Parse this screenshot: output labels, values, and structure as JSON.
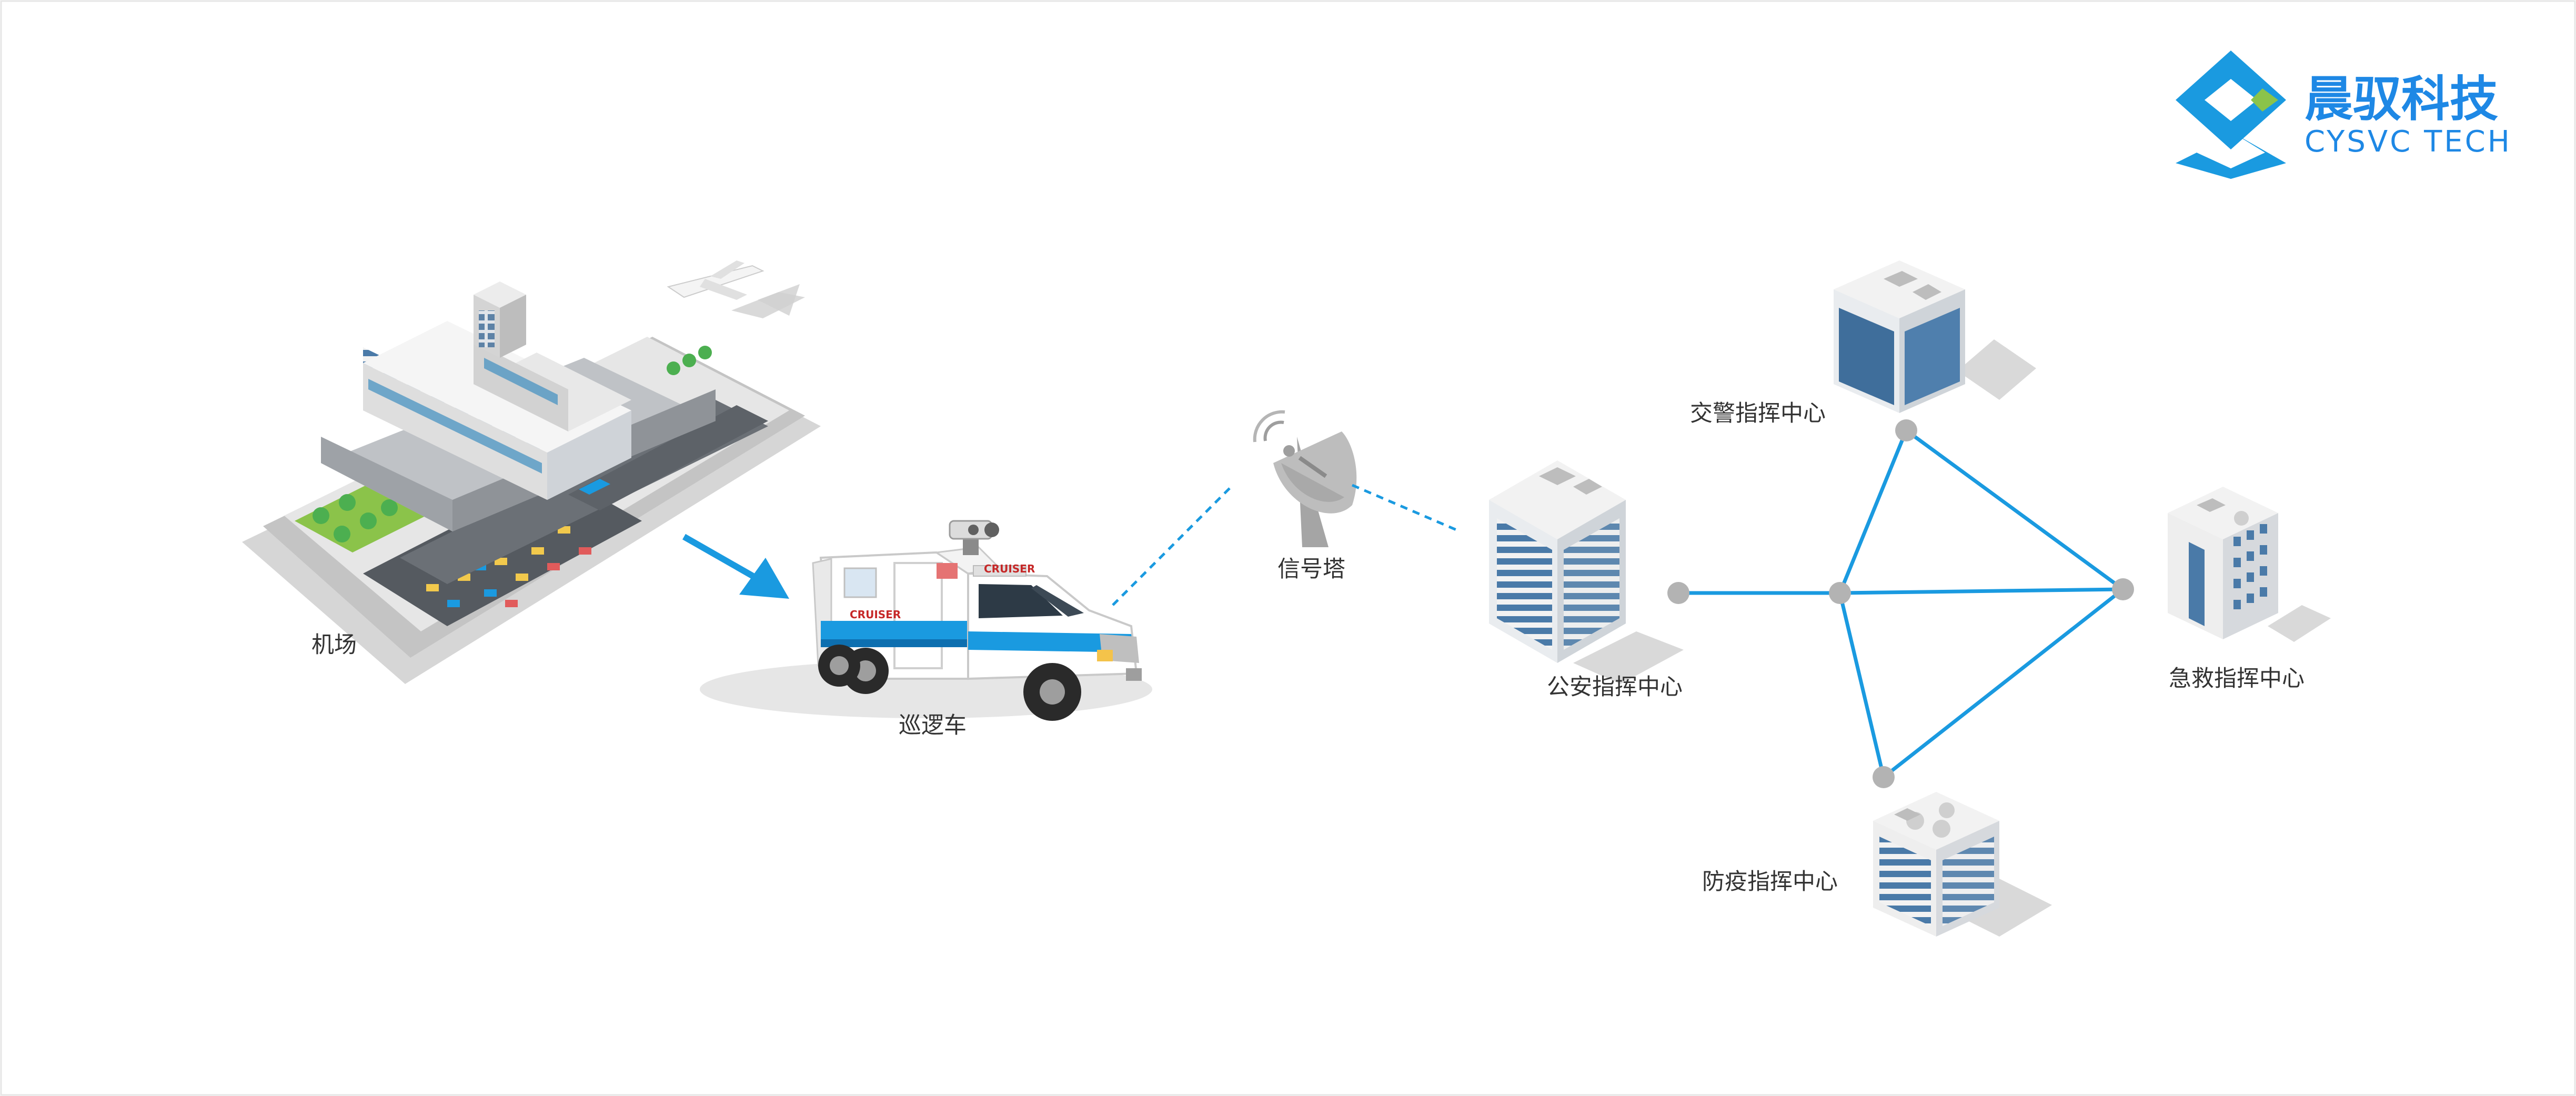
{
  "logo": {
    "name_cn": "晨驭科技",
    "name_en": "CYSVC TECH"
  },
  "nodes": {
    "airport": "机场",
    "patrol_vehicle": "巡逻车",
    "vehicle_text": "CRUISER",
    "signal_tower": "信号塔",
    "public_security_center": "公安指挥中心",
    "traffic_police_center": "交警指挥中心",
    "emergency_center": "急救指挥中心",
    "epidemic_center": "防疫指挥中心"
  },
  "colors": {
    "accent": "#1a9ae0",
    "node_dot": "#b3b3b3",
    "glass": "#3f6e9b",
    "shadow": "#d9d9d9"
  },
  "icons": [
    "airport-icon",
    "airplane-icon",
    "ambulance-icon",
    "satellite-dish-icon",
    "office-building-icon"
  ]
}
